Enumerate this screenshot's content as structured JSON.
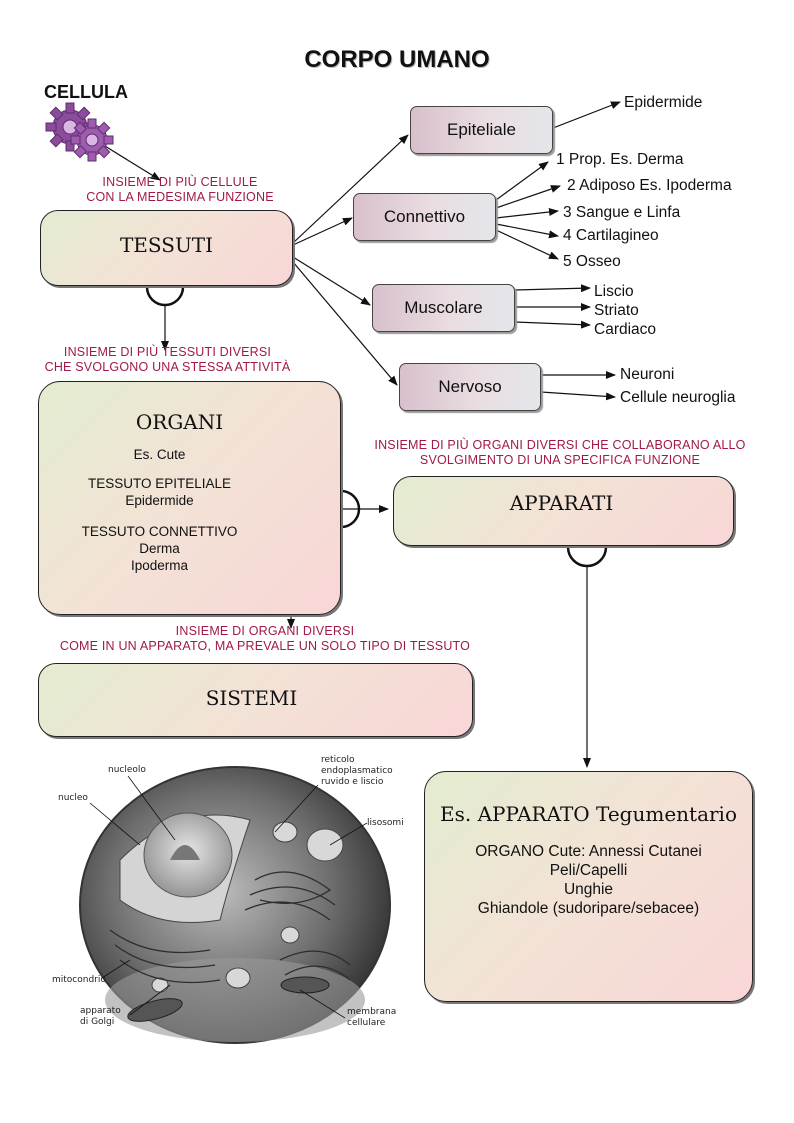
{
  "title": "CORPO UMANO",
  "cellula": "CELLULA",
  "notes": {
    "cellule": [
      "INSIEME DI PIÙ CELLULE",
      "CON LA MEDESIMA FUNZIONE"
    ],
    "tessuti": [
      "INSIEME DI PIÙ TESSUTI DIVERSI",
      "CHE SVOLGONO UNA STESSA ATTIVITÀ"
    ],
    "organi_apparati": [
      "INSIEME DI PIÙ ORGANI DIVERSI CHE COLLABORANO  ALLO",
      "SVOLGIMENTO DI UNA SPECIFICA FUNZIONE"
    ],
    "sistemi": [
      "INSIEME DI ORGANI DIVERSI",
      "COME IN UN APPARATO, MA PREVALE UN SOLO TIPO DI TESSUTO"
    ]
  },
  "tessuti": {
    "title": "TESSUTI"
  },
  "tissue_types": {
    "epiteliale": "Epiteliale",
    "connettivo": "Connettivo",
    "muscolare": "Muscolare",
    "nervoso": "Nervoso"
  },
  "leaves": {
    "epiteliale": [
      "Epidermide"
    ],
    "connettivo": [
      "1 Prop. Es. Derma",
      "2 Adiposo Es. Ipoderma",
      "3 Sangue e Linfa",
      "4 Cartilagineo",
      "5 Osseo"
    ],
    "muscolare": [
      "Liscio",
      "Striato",
      "Cardiaco"
    ],
    "nervoso": [
      "Neuroni",
      "Cellule neuroglia"
    ]
  },
  "organi": {
    "title": "ORGANI",
    "example": "Es. Cute",
    "t1": "TESSUTO EPITELIALE",
    "t1_sub": "Epidermide",
    "t2": "TESSUTO CONNETTIVO",
    "t2_sub1": "Derma",
    "t2_sub2": "Ipoderma"
  },
  "apparati": {
    "title": "APPARATI"
  },
  "sistemi": {
    "title": "SISTEMI"
  },
  "esempio": {
    "title": "Es. APPARATO Tegumentario",
    "line1": "ORGANO Cute: Annessi Cutanei",
    "line2": "Peli/Capelli",
    "line3": "Unghie",
    "line4": "Ghiandole (sudoripare/sebacee)"
  },
  "cell_labels": {
    "nucleolo": "nucleolo",
    "nucleo": "nucleo",
    "reticolo": [
      "reticolo",
      "endoplasmatico",
      "ruvido  e liscio"
    ],
    "lisosomi": "lisosomi",
    "mitocondrio": "mitocondrio",
    "golgi": [
      "apparato",
      "di Golgi"
    ],
    "membrana": [
      "membrana",
      "cellulare"
    ]
  },
  "colors": {
    "note": "#a0194a",
    "gear": "#8b4c9c",
    "small_box_left": "#d8c0cc",
    "big_box_green": "#e3ecd0",
    "big_box_pink": "#f8d6d6"
  }
}
